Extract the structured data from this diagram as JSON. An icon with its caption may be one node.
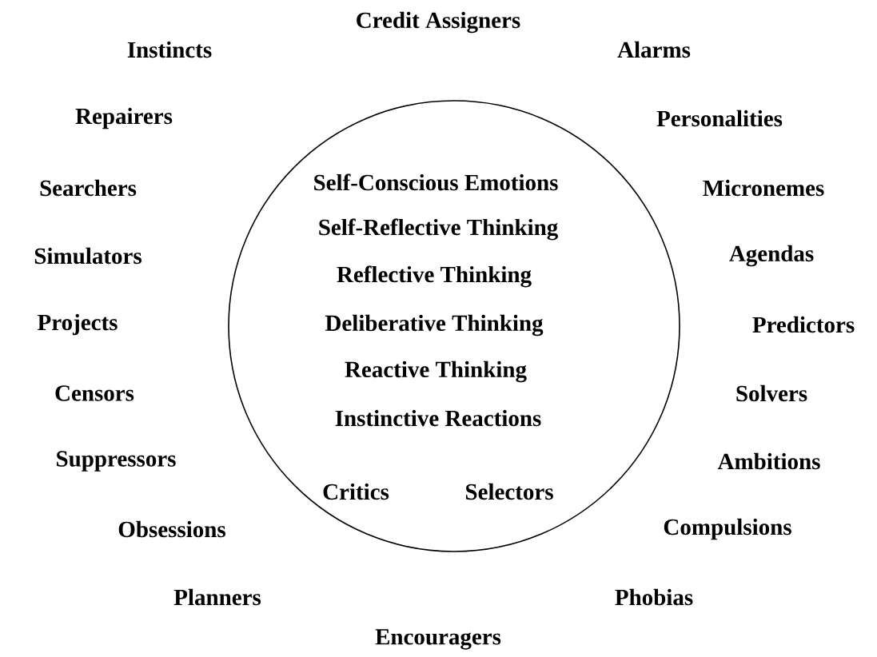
{
  "diagram": {
    "nodes": [
      {
        "text": [
          "Self-Conscious Emotions",
          "Self-Reflective Thinking",
          "Reflective Thinking",
          "Deliberative Thinking",
          "Reactive Thinking",
          "Instinctive Reactions",
          "Critics",
          "Selectors"
        ]
      }
    ],
    "labels": [
      "Credit Assigners",
      "Instincts",
      "Alarms",
      "Repairers",
      "Personalities",
      "Searchers",
      "Micronemes",
      "Simulators",
      "Agendas",
      "Projects",
      "Predictors",
      "Censors",
      "Solvers",
      "Suppressors",
      "Ambitions",
      "Obsessions",
      "Compulsions",
      "Planners",
      "Phobias",
      "Encouragers"
    ]
  }
}
